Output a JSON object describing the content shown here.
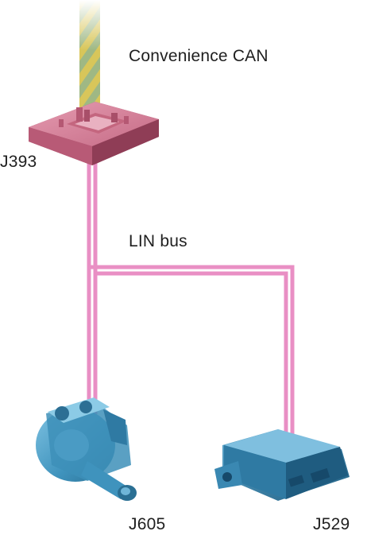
{
  "labels": {
    "convenience_can": "Convenience CAN",
    "j393": "J393",
    "lin_bus": "LIN bus",
    "j605": "J605",
    "j529": "J529"
  },
  "colors": {
    "lin_wire": "#e98fc4",
    "can_wire_yellow": "#e2c84a",
    "can_wire_green": "#b4c48a",
    "control_unit": "#c76a83",
    "motor": "#3b8eb6",
    "control_module": "#2e7da6"
  },
  "icons": {
    "j393_unit": "control-unit-icon",
    "j605_motor": "motor-actuator-icon",
    "j529_module": "control-module-icon"
  }
}
